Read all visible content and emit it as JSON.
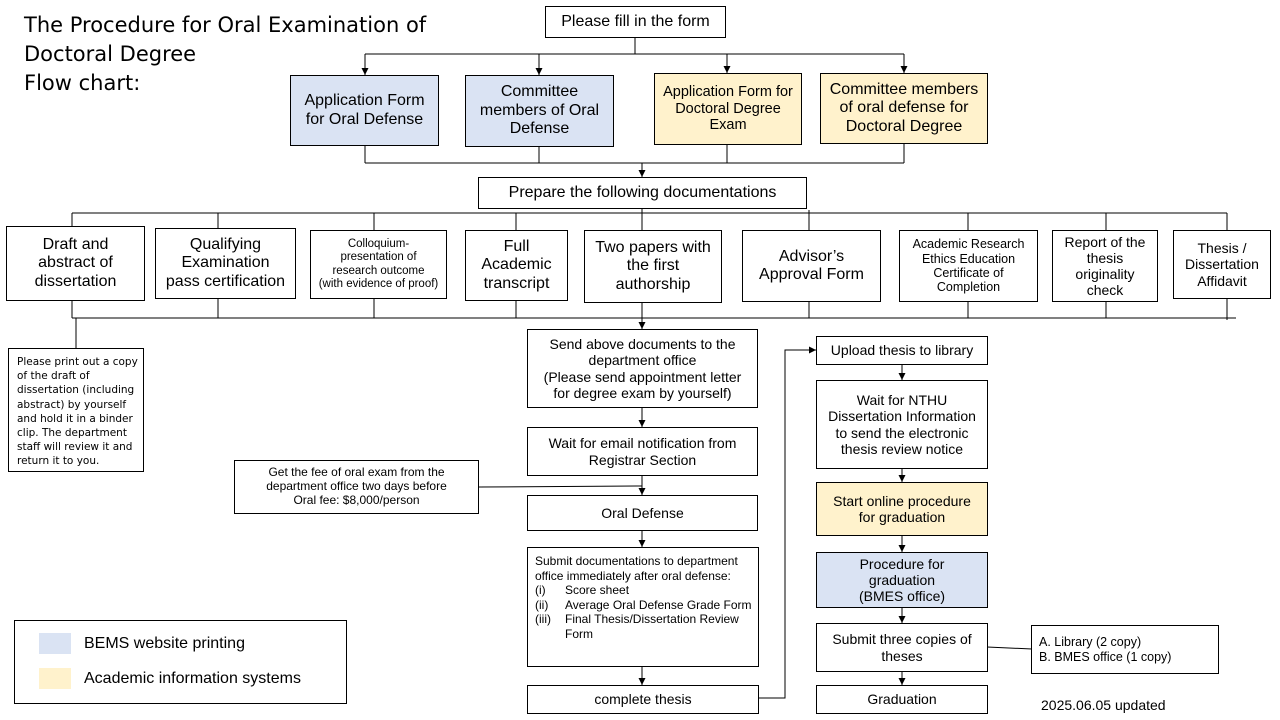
{
  "title": {
    "line1": "The Procedure for Oral Examination of",
    "line2": "Doctoral Degree",
    "line3": "Flow chart:"
  },
  "colors": {
    "blue": "#dae3f3",
    "yellow": "#fff2cc",
    "line": "#000000"
  },
  "top": {
    "fill_form": "Please fill in the form"
  },
  "forms": {
    "app_oral": "Application Form\nfor Oral Defense",
    "committee_oral": "Committee\nmembers of Oral\nDefense",
    "app_doctoral": "Application Form for\nDoctoral Degree\nExam",
    "committee_doctoral": "Committee members\nof oral defense for\nDoctoral Degree"
  },
  "prepare": "Prepare the following documentations",
  "docs": {
    "draft": "Draft and\nabstract of\ndissertation",
    "qualifying": "Qualifying\nExamination\npass certification",
    "colloquium": "Colloquium-\npresentation of\nresearch outcome\n(with evidence of proof)",
    "transcript": "Full\nAcademic\ntranscript",
    "papers": "Two papers with\nthe first\nauthorship",
    "advisor": "Advisor’s\nApproval Form",
    "ethics": "Academic Research\nEthics Education\nCertificate of\nCompletion",
    "originality": "Report of the\nthesis\noriginality\ncheck",
    "affidavit": "Thesis /\nDissertation\nAffidavit"
  },
  "note_draft": "Please print out a copy of the draft of dissertation (including abstract) by yourself and hold it in a binder clip. The department staff will review it and return it to you.",
  "center": {
    "send_docs": "Send above documents to the\ndepartment office\n(Please send appointment letter\nfor degree exam  by yourself)",
    "wait_email": "Wait for email notification from\nRegistrar Section",
    "oral_defense": "Oral Defense",
    "submit_intro": "Submit documentations to department office immediately after oral defense:",
    "submit_items": [
      {
        "num": "(i)",
        "text": "Score sheet"
      },
      {
        "num": "(ii)",
        "text": "Average Oral Defense Grade Form"
      },
      {
        "num": "(iii)",
        "text": "Final Thesis/Dissertation Review Form"
      }
    ],
    "complete": "complete thesis"
  },
  "fee_note": "Get the fee of oral exam from the\ndepartment office two days before\nOral fee: $8,000/person",
  "right": {
    "upload": "Upload thesis to library",
    "wait_nthu": "Wait for NTHU\nDissertation Information\nto send the electronic\nthesis review notice",
    "start_online": "Start online procedure\nfor graduation",
    "procedure_bmes": "Procedure for\ngraduation\n(BMES office)",
    "submit_copies": "Submit three copies of\ntheses",
    "graduation": "Graduation"
  },
  "copies_note": "A. Library  (2 copy)\nB. BMES office  (1 copy)",
  "legend": {
    "blue_label": "BEMS website printing",
    "yellow_label": "Academic information  systems"
  },
  "updated": "2025.06.05  updated"
}
